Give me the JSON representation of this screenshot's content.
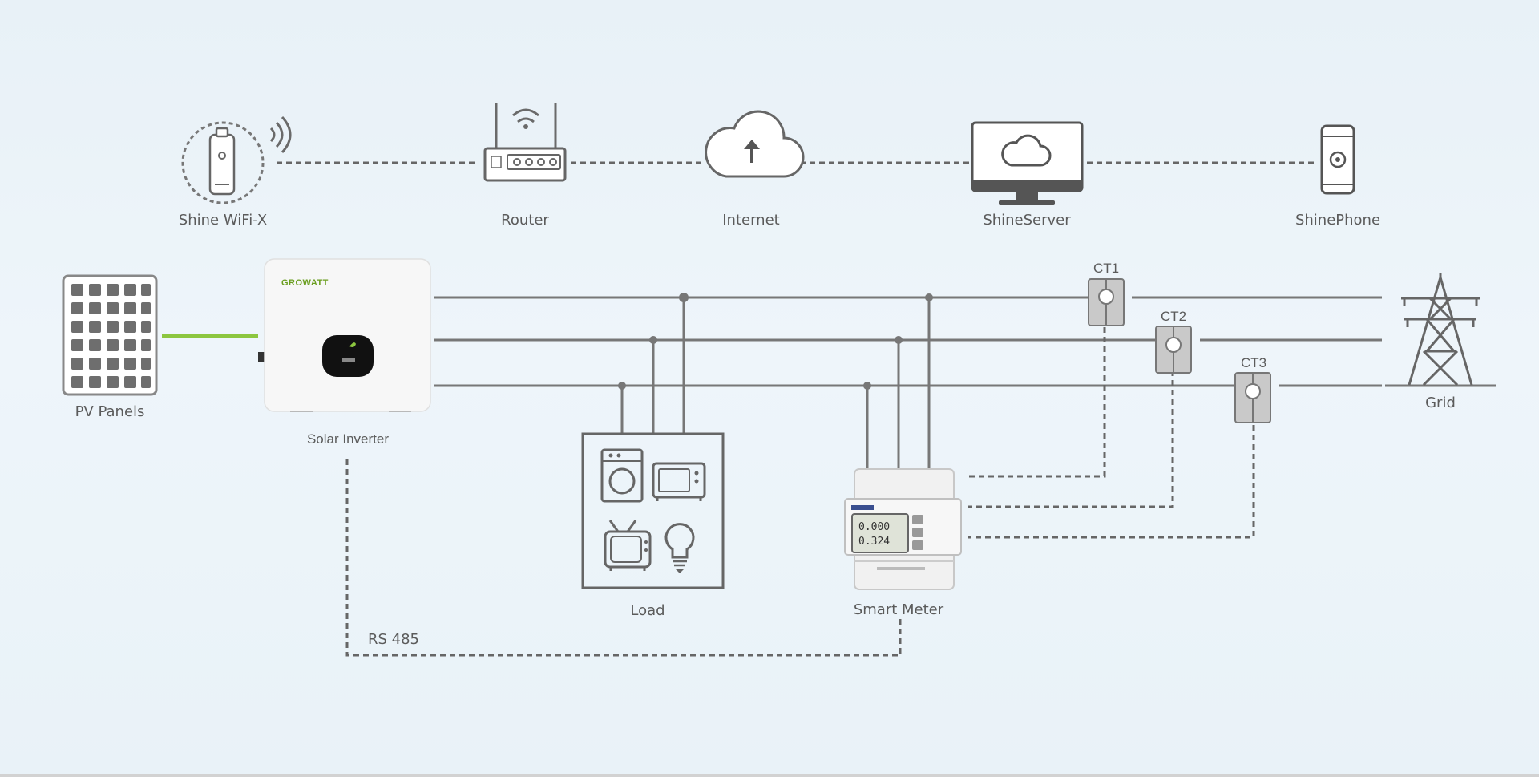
{
  "network": {
    "shine_wifi": "Shine WiFi-X",
    "router": "Router",
    "internet": "Internet",
    "shine_server": "ShineServer",
    "shine_phone": "ShinePhone"
  },
  "system": {
    "pv_panels": "PV Panels",
    "inverter": "Solar Inverter",
    "inverter_brand": "GROWATT",
    "load": "Load",
    "smart_meter": "Smart Meter",
    "grid": "Grid",
    "rs485": "RS 485",
    "ct1": "CT1",
    "ct2": "CT2",
    "ct3": "CT3"
  },
  "colors": {
    "wire": "#777777",
    "dc_line": "#8cc63f",
    "background": "#eaf2f8"
  }
}
